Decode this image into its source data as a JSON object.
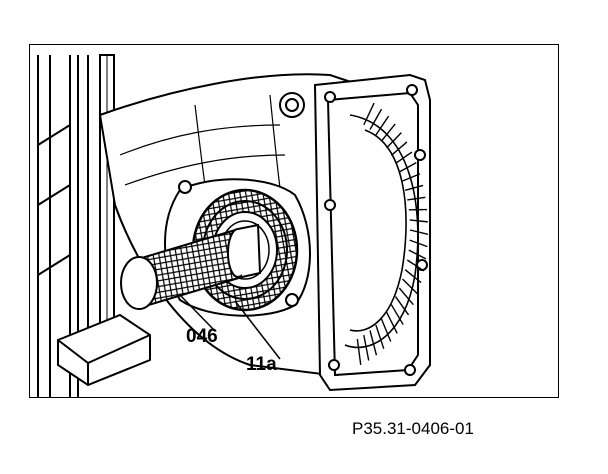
{
  "figure": {
    "callouts": [
      "046",
      "11a"
    ],
    "reference": "P35.31-0406-01"
  },
  "colors": {
    "ink": "#000000",
    "paper": "#ffffff"
  }
}
